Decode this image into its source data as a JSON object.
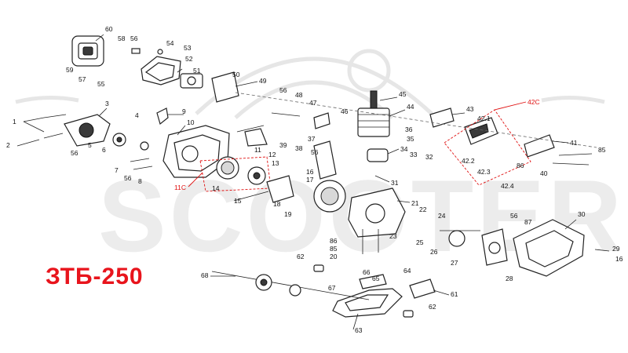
{
  "title": "ЗТБ-250",
  "colors": {
    "callout_red": "#e01010",
    "title_red": "#e8141c",
    "watermark": "#e6e6e6"
  },
  "callouts": [
    {
      "id": "c1",
      "text": "1"
    },
    {
      "id": "c2",
      "text": "2"
    },
    {
      "id": "c3",
      "text": "3"
    },
    {
      "id": "c4",
      "text": "4"
    },
    {
      "id": "c5",
      "text": "5"
    },
    {
      "id": "c6",
      "text": "6"
    },
    {
      "id": "c7",
      "text": "7"
    },
    {
      "id": "c8",
      "text": "8"
    },
    {
      "id": "c9",
      "text": "9"
    },
    {
      "id": "c10",
      "text": "10"
    },
    {
      "id": "c11",
      "text": "11"
    },
    {
      "id": "c11c",
      "text": "11C"
    },
    {
      "id": "c12",
      "text": "12"
    },
    {
      "id": "c13",
      "text": "13"
    },
    {
      "id": "c14",
      "text": "14"
    },
    {
      "id": "c15",
      "text": "15"
    },
    {
      "id": "c16a",
      "text": "16"
    },
    {
      "id": "c16b",
      "text": "16"
    },
    {
      "id": "c17",
      "text": "17"
    },
    {
      "id": "c18",
      "text": "18"
    },
    {
      "id": "c19",
      "text": "19"
    },
    {
      "id": "c20",
      "text": "20"
    },
    {
      "id": "c21",
      "text": "21"
    },
    {
      "id": "c22",
      "text": "22"
    },
    {
      "id": "c23",
      "text": "23"
    },
    {
      "id": "c24",
      "text": "24"
    },
    {
      "id": "c25",
      "text": "25"
    },
    {
      "id": "c26",
      "text": "26"
    },
    {
      "id": "c27",
      "text": "27"
    },
    {
      "id": "c28",
      "text": "28"
    },
    {
      "id": "c29",
      "text": "29"
    },
    {
      "id": "c30",
      "text": "30"
    },
    {
      "id": "c31",
      "text": "31"
    },
    {
      "id": "c32",
      "text": "32"
    },
    {
      "id": "c33",
      "text": "33"
    },
    {
      "id": "c34",
      "text": "34"
    },
    {
      "id": "c35",
      "text": "35"
    },
    {
      "id": "c36",
      "text": "36"
    },
    {
      "id": "c37",
      "text": "37"
    },
    {
      "id": "c38",
      "text": "38"
    },
    {
      "id": "c39",
      "text": "39"
    },
    {
      "id": "c40",
      "text": "40"
    },
    {
      "id": "c41",
      "text": "41"
    },
    {
      "id": "c42c",
      "text": "42C"
    },
    {
      "id": "c421",
      "text": "42.1"
    },
    {
      "id": "c422",
      "text": "42.2"
    },
    {
      "id": "c423",
      "text": "42.3"
    },
    {
      "id": "c424",
      "text": "42.4"
    },
    {
      "id": "c43",
      "text": "43"
    },
    {
      "id": "c44",
      "text": "44"
    },
    {
      "id": "c45",
      "text": "45"
    },
    {
      "id": "c46",
      "text": "46"
    },
    {
      "id": "c47",
      "text": "47"
    },
    {
      "id": "c48",
      "text": "48"
    },
    {
      "id": "c49",
      "text": "49"
    },
    {
      "id": "c50",
      "text": "50"
    },
    {
      "id": "c51",
      "text": "51"
    },
    {
      "id": "c52",
      "text": "52"
    },
    {
      "id": "c53",
      "text": "53"
    },
    {
      "id": "c54",
      "text": "54"
    },
    {
      "id": "c55",
      "text": "55"
    },
    {
      "id": "c56a",
      "text": "56"
    },
    {
      "id": "c56b",
      "text": "56"
    },
    {
      "id": "c56c",
      "text": "56"
    },
    {
      "id": "c56d",
      "text": "56"
    },
    {
      "id": "c56e",
      "text": "56"
    },
    {
      "id": "c56f",
      "text": "56"
    },
    {
      "id": "c57",
      "text": "57"
    },
    {
      "id": "c58",
      "text": "58"
    },
    {
      "id": "c59",
      "text": "59"
    },
    {
      "id": "c60",
      "text": "60"
    },
    {
      "id": "c61",
      "text": "61"
    },
    {
      "id": "c62a",
      "text": "62"
    },
    {
      "id": "c62b",
      "text": "62"
    },
    {
      "id": "c63",
      "text": "63"
    },
    {
      "id": "c64",
      "text": "64"
    },
    {
      "id": "c65",
      "text": "65"
    },
    {
      "id": "c66",
      "text": "66"
    },
    {
      "id": "c67",
      "text": "67"
    },
    {
      "id": "c68",
      "text": "68"
    },
    {
      "id": "c85a",
      "text": "85"
    },
    {
      "id": "c85b",
      "text": "85"
    },
    {
      "id": "c86a",
      "text": "86"
    },
    {
      "id": "c86b",
      "text": "86"
    },
    {
      "id": "c87",
      "text": "87"
    }
  ]
}
